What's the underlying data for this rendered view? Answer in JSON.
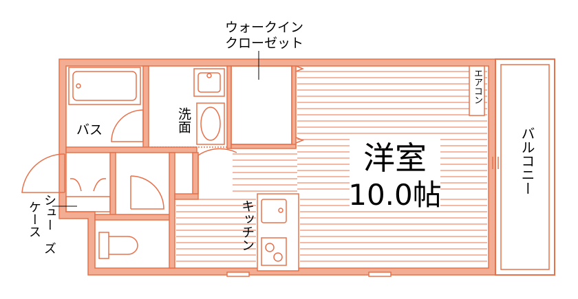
{
  "colors": {
    "wall": "#f2ad92",
    "wall_stroke": "#e8704a",
    "line": "#e8704a"
  },
  "labels": {
    "closet_line1": "ウォークイン",
    "closet_line2": "クローゼット",
    "bath": "バス",
    "washroom": "洗面",
    "aircon": "エアコン",
    "room_name": "洋室",
    "room_size": "10.0帖",
    "balcony": "バルコニー",
    "kitchen": "キッチン",
    "shoe_line1": "シュー",
    "shoe_line2": "ズ",
    "shoe_line3": "ケース"
  }
}
